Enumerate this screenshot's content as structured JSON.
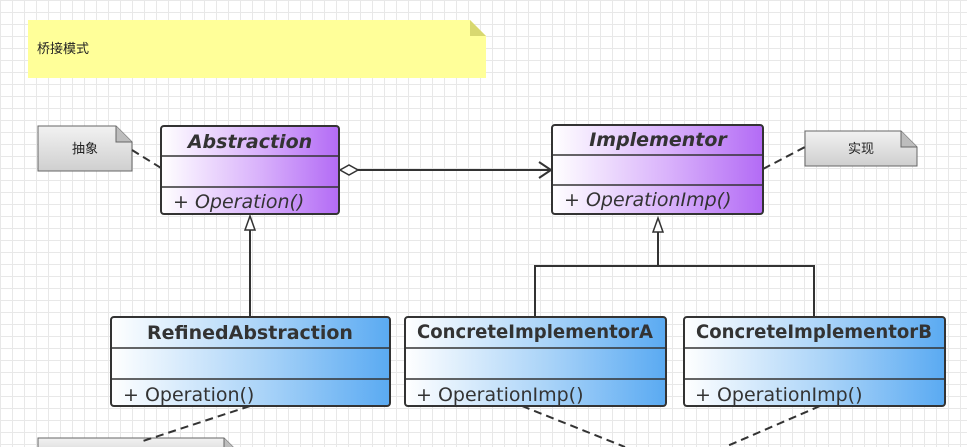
{
  "title_note": "桥接模式",
  "notes": {
    "abstraction_note": "抽象",
    "implementor_note": "实现"
  },
  "classes": {
    "abstraction": {
      "name": "Abstraction",
      "operation": "+ Operation()"
    },
    "implementor": {
      "name": "Implementor",
      "operation": "+ OperationImp()"
    },
    "refined_abstraction": {
      "name": "RefinedAbstraction",
      "operation": "+ Operation()"
    },
    "concrete_implementor_a": {
      "name": "ConcreteImplementorA",
      "operation": "+ OperationImp()"
    },
    "concrete_implementor_b": {
      "name": "ConcreteImplementorB",
      "operation": "+ OperationImp()"
    }
  },
  "colors": {
    "abstract_class": "#b36bf5",
    "concrete_class": "#5aaaf2",
    "title_note": "#ffff99",
    "note": "#d9d9d9"
  }
}
